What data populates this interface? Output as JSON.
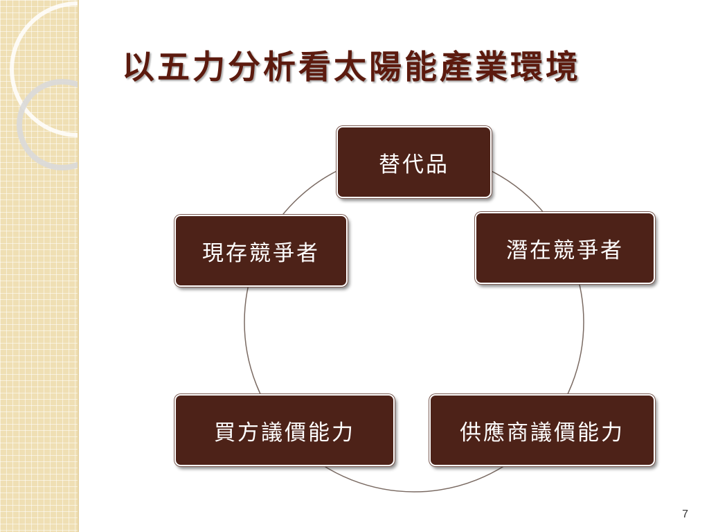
{
  "slide": {
    "title": "以五力分析看太陽能產業環境",
    "page_number": "7"
  },
  "diagram": {
    "type": "cycle",
    "nodes": [
      {
        "id": "substitutes",
        "label": "替代品"
      },
      {
        "id": "potential-entrants",
        "label": "潛在競爭者"
      },
      {
        "id": "supplier-power",
        "label": "供應商議價能力"
      },
      {
        "id": "buyer-power",
        "label": "買方議價能力"
      },
      {
        "id": "existing-competitors",
        "label": "現存競爭者"
      }
    ],
    "colors": {
      "node_fill": "#4d2218",
      "node_text": "#ffffff",
      "cycle_line": "#7a6a62",
      "title_text": "#5c1a0e",
      "side_band": "#efdfb4"
    }
  }
}
